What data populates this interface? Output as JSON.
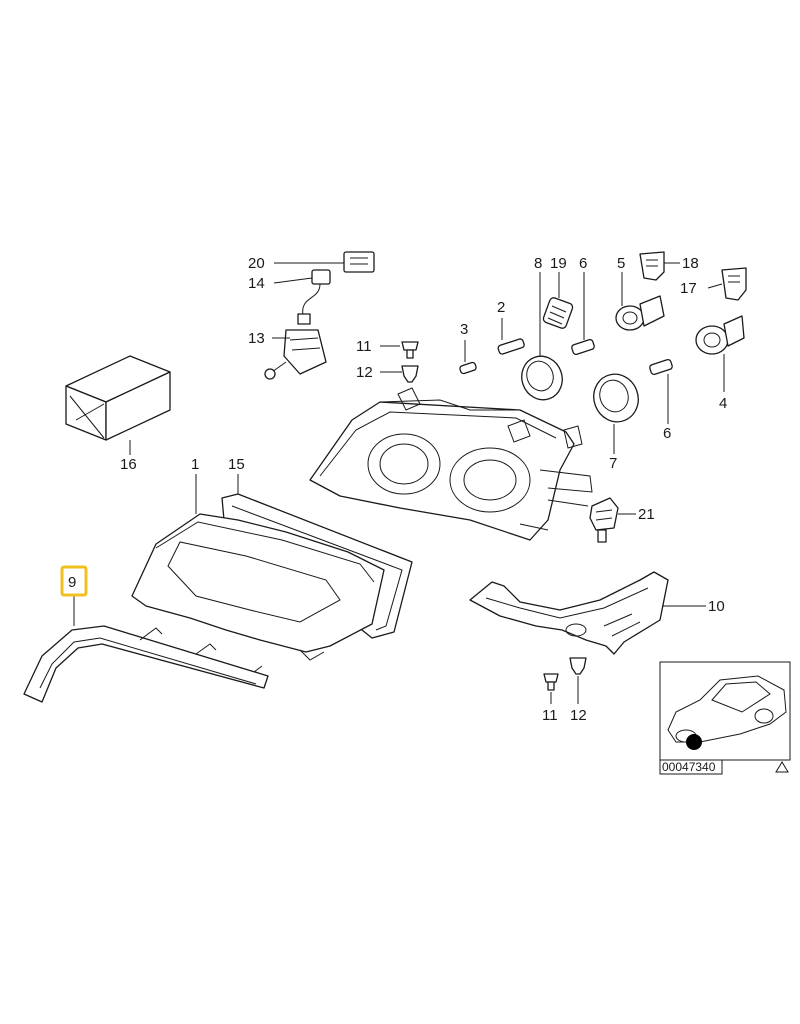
{
  "callouts": {
    "c1": "1",
    "c2": "2",
    "c3": "3",
    "c4": "4",
    "c5": "5",
    "c6a": "6",
    "c6b": "6",
    "c7": "7",
    "c8": "8",
    "c9": "9",
    "c10": "10",
    "c11a": "11",
    "c11b": "11",
    "c12a": "12",
    "c12b": "12",
    "c13": "13",
    "c14": "14",
    "c15": "15",
    "c16": "16",
    "c17": "17",
    "c18": "18",
    "c19": "19",
    "c20": "20",
    "c21": "21"
  },
  "highlight": {
    "part": "9",
    "color": "#f0c020"
  },
  "inset": {
    "catalog_number": "00047340",
    "marker_color": "#000000"
  }
}
